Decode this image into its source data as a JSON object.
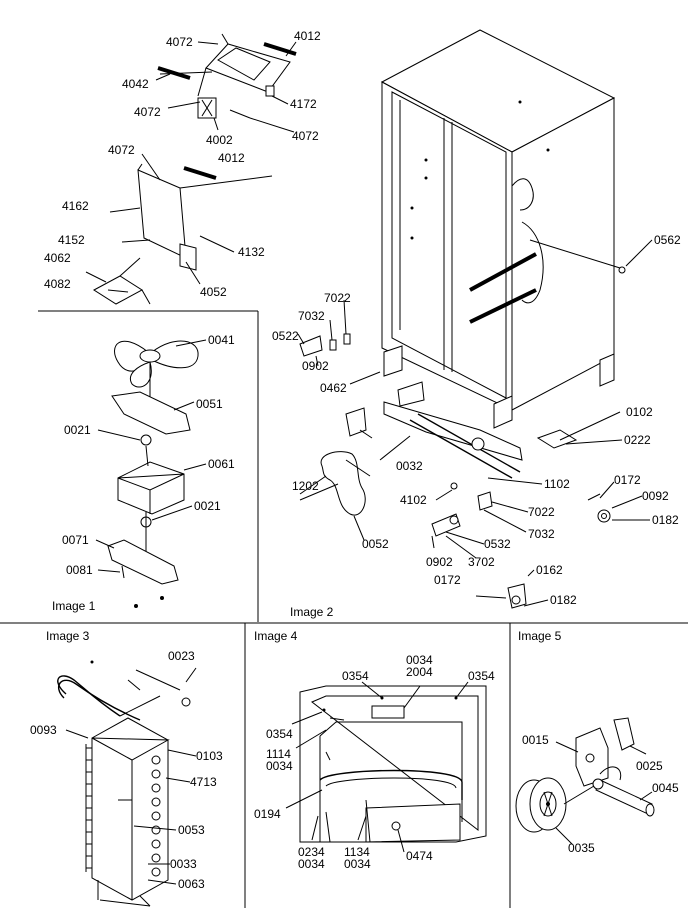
{
  "captions": {
    "image1": "Image 1",
    "image2": "Image 2",
    "image3": "Image 3",
    "image4": "Image 4",
    "image5": "Image 5"
  },
  "top_assembly": {
    "l4072a": "4072",
    "l4012a": "4012",
    "l4042": "4042",
    "l4172": "4172",
    "l4072b": "4072",
    "l4002": "4002",
    "l4072c": "4072",
    "l4072d": "4072",
    "l4012b": "4012",
    "l4162": "4162",
    "l4152": "4152",
    "l4132": "4132",
    "l4062": "4062",
    "l4082": "4082",
    "l4052": "4052"
  },
  "image1": {
    "l0041": "0041",
    "l0051": "0051",
    "l0021a": "0021",
    "l0061": "0061",
    "l0021b": "0021",
    "l0071": "0071",
    "l0081": "0081"
  },
  "image2": {
    "l0562": "0562",
    "l7022a": "7022",
    "l7032a": "7032",
    "l0522": "0522",
    "l0902a": "0902",
    "l0462": "0462",
    "l0102": "0102",
    "l0222": "0222",
    "l1202": "1202",
    "l0032": "0032",
    "l4102": "4102",
    "l1102": "1102",
    "l0172a": "0172",
    "l0092": "0092",
    "l0182a": "0182",
    "l7022b": "7022",
    "l0052": "0052",
    "l7032b": "7032",
    "l0532": "0532",
    "l0902b": "0902",
    "l3702": "3702",
    "l0172b": "0172",
    "l0162": "0162",
    "l0182b": "0182"
  },
  "image3": {
    "l0023": "0023",
    "l0093": "0093",
    "l0103": "0103",
    "l4713": "4713",
    "l0053": "0053",
    "l0033": "0033",
    "l0063": "0063"
  },
  "image4": {
    "l0034a": "0034",
    "l2004": "2004",
    "l0354a": "0354",
    "l0354b": "0354",
    "l0354c": "0354",
    "l1114": "1114",
    "l0034b": "0034",
    "l0194": "0194",
    "l0234": "0234",
    "l0034c": "0034",
    "l1134": "1134",
    "l0034d": "0034",
    "l0474": "0474"
  },
  "image5": {
    "l0015": "0015",
    "l0025": "0025",
    "l0045": "0045",
    "l0035": "0035"
  }
}
